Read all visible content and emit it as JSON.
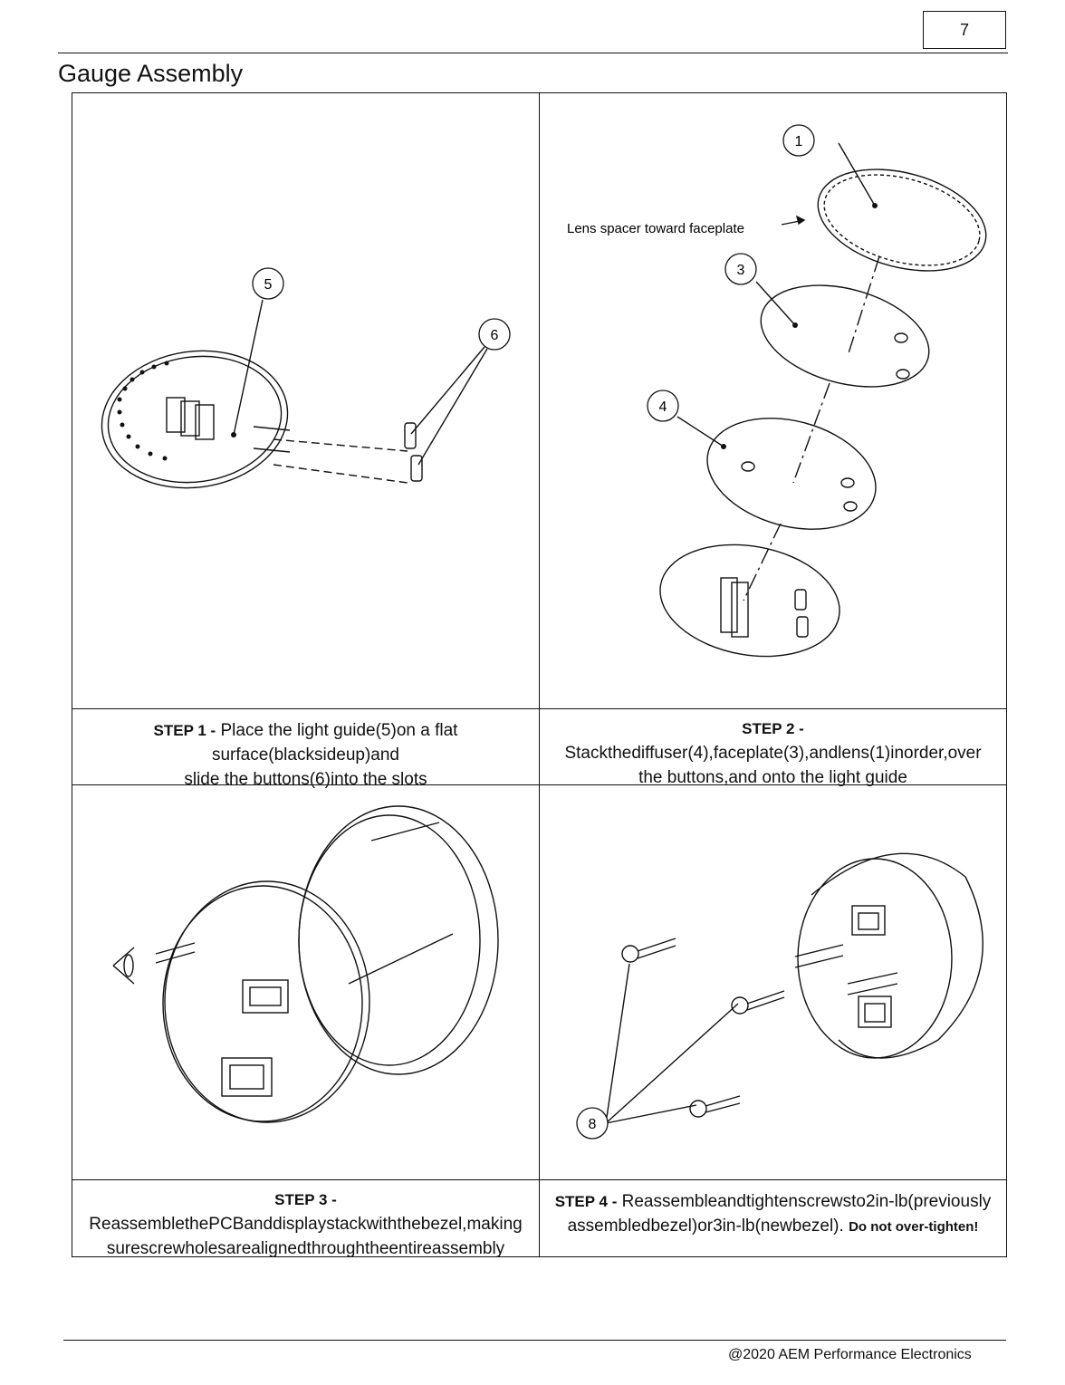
{
  "page_number": "7",
  "title": "Gauge Assembly",
  "annotation": "Lens spacer toward faceplate",
  "callouts": {
    "c1": "1",
    "c3": "3",
    "c4": "4",
    "c5": "5",
    "c6": "6",
    "c8": "8"
  },
  "steps": [
    {
      "label": "STEP 1 -",
      "line1": "Place the light guide(5)on a flat surface(blacksideup)and",
      "line2": "slide the buttons(6)into the slots"
    },
    {
      "label": "STEP 2 -",
      "line1": "Stackthediffuser(4),faceplate(3),andlens(1)inorder,over",
      "line2": "the buttons,and onto the light guide"
    },
    {
      "label": "STEP 3 -",
      "line1": "ReassemblethePCBanddisplaystackwiththebezel,making",
      "line2": "surescrewholesarealignedthroughtheentireassembly"
    },
    {
      "label": "STEP 4 -",
      "line1": "Reassembleandtightenscrewsto2in-lb(previously",
      "line2": "assembledbezel)or3in-lb(newbezel).",
      "warning": "Do not over-tighten!"
    }
  ],
  "footer": "@2020 AEM Performance Electronics"
}
